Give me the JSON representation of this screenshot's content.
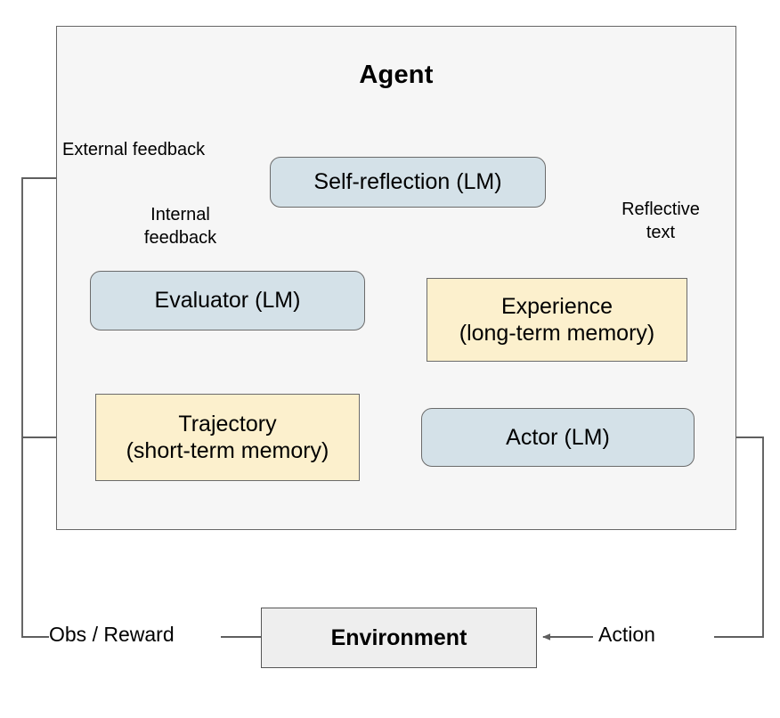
{
  "diagram": {
    "title": "Agent",
    "nodes": {
      "self_reflection": "Self-reflection (LM)",
      "evaluator": "Evaluator (LM)",
      "trajectory": "Trajectory\n(short-term memory)",
      "experience": "Experience\n(long-term memory)",
      "actor": "Actor (LM)",
      "environment": "Environment"
    },
    "edge_labels": {
      "external_feedback": "External feedback",
      "internal_feedback": "Internal\nfeedback",
      "reflective_text": "Reflective\ntext",
      "obs_reward": "Obs / Reward",
      "action": "Action"
    },
    "colors": {
      "agent_frame_fill": "#f6f6f6",
      "agent_frame_stroke": "#666666",
      "lm_box_fill": "#d4e1e8",
      "memory_box_fill": "#fcf0cd",
      "environment_fill": "#eeeeee",
      "wire_stroke": "#5f5f5f",
      "text": "#000000"
    }
  }
}
